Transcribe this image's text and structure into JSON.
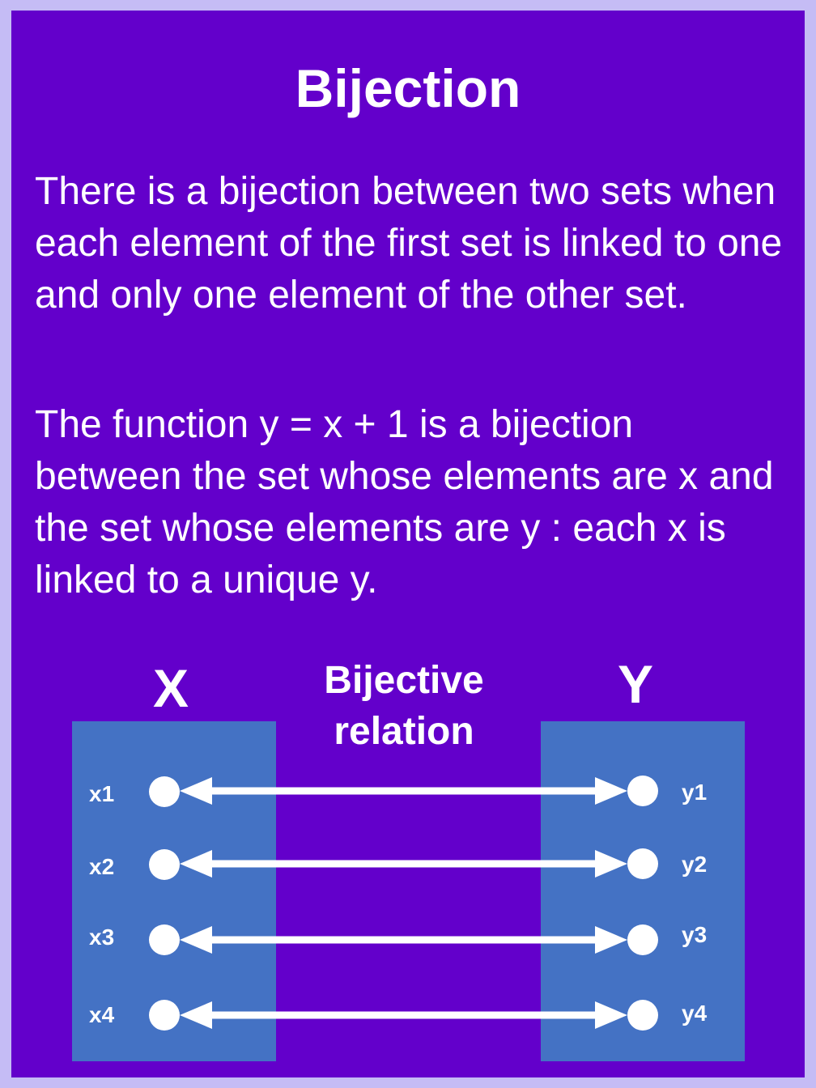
{
  "title": "Bijection",
  "paragraphs": [
    "There is a bijection between two sets when each element of the first set is linked to one and only one element of the other set.",
    "The function y = x + 1 is a bijection between the set whose elements are x and the set whose elements are y : each x is linked to a unique y."
  ],
  "diagram": {
    "set_x_label": "X",
    "set_y_label": "Y",
    "relation_label_line1": "Bijective",
    "relation_label_line2": "relation",
    "x_elements": [
      "x1",
      "x2",
      "x3",
      "x4"
    ],
    "y_elements": [
      "y1",
      "y2",
      "y3",
      "y4"
    ]
  },
  "colors": {
    "page_border": "#c5bcf5",
    "background": "#6300cb",
    "set_box": "#4472c4",
    "foreground": "#ffffff"
  }
}
